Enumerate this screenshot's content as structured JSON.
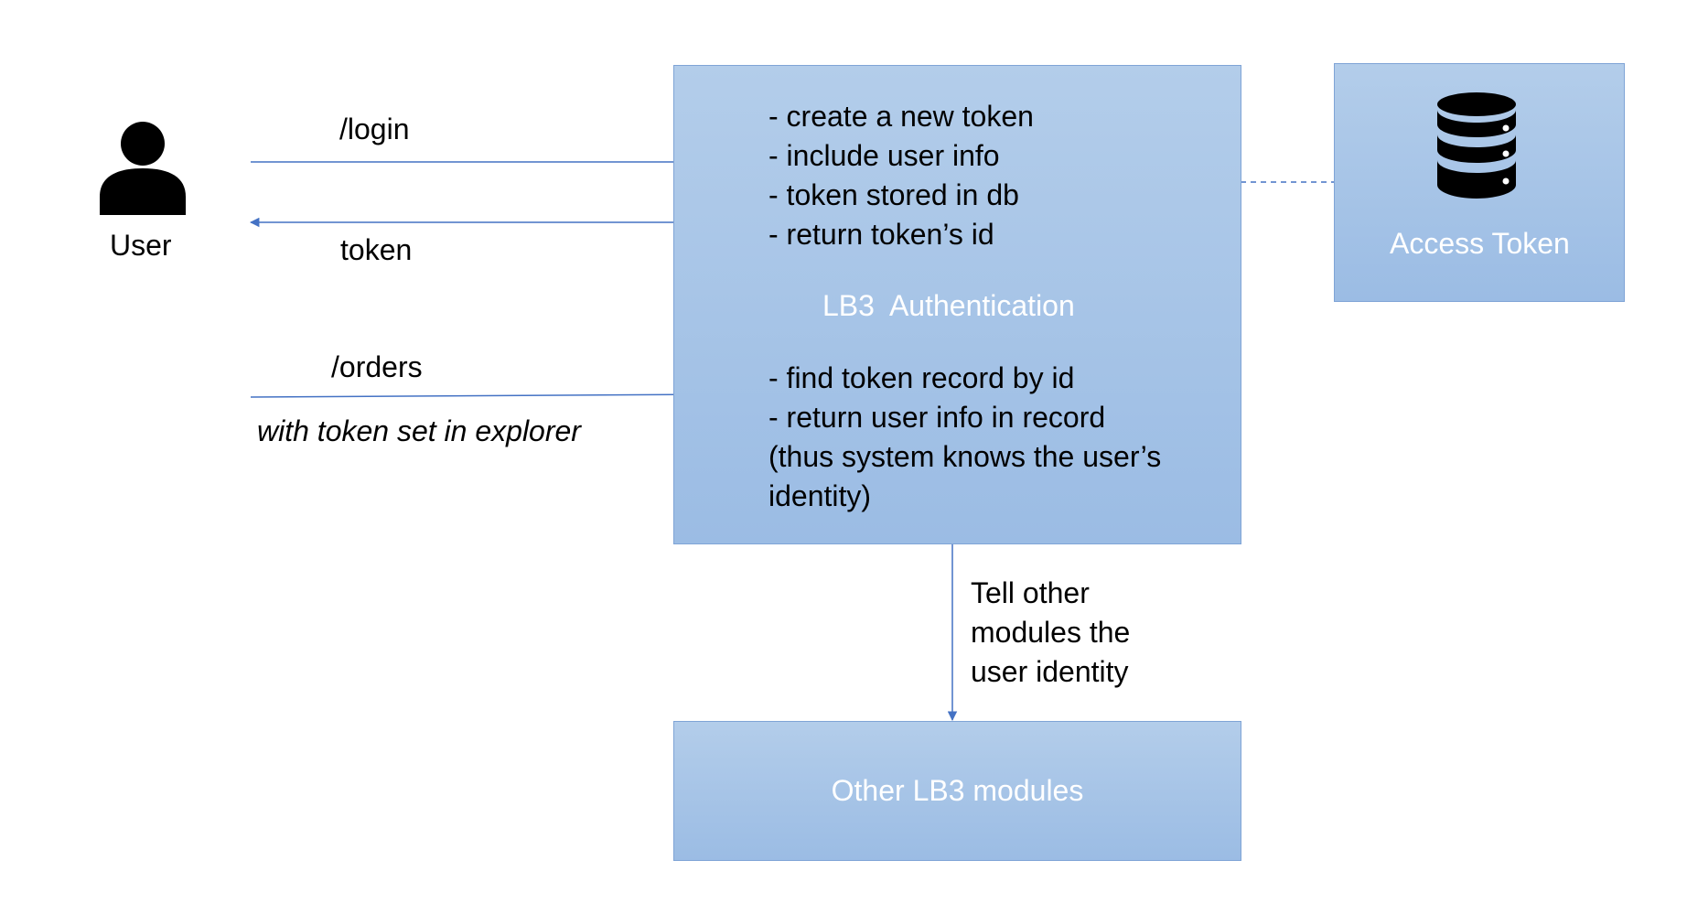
{
  "user": {
    "label": "User",
    "icon": "person-icon"
  },
  "flows": {
    "login_label": "/login",
    "token_label": "token",
    "orders_label": "/orders",
    "orders_note": "with token set in explorer"
  },
  "auth": {
    "title": "LB3  Authentication",
    "steps_top": [
      "- create a new token",
      "- include user info",
      "- token stored in db",
      "- return token’s id"
    ],
    "steps_bottom": [
      "- find token record by id",
      "- return user info in record",
      "(thus system knows the user’s",
      "identity)"
    ]
  },
  "db": {
    "label": "Access Token",
    "icon": "database-icon"
  },
  "downstream": {
    "note": [
      "Tell other",
      "modules the",
      "user identity"
    ]
  },
  "modules": {
    "label": "Other LB3 modules"
  },
  "colors": {
    "box_fill_top": "#b3cdea",
    "box_fill_bottom": "#9bbce4",
    "box_border": "#7fa4d6",
    "arrow": "#4472c4"
  }
}
